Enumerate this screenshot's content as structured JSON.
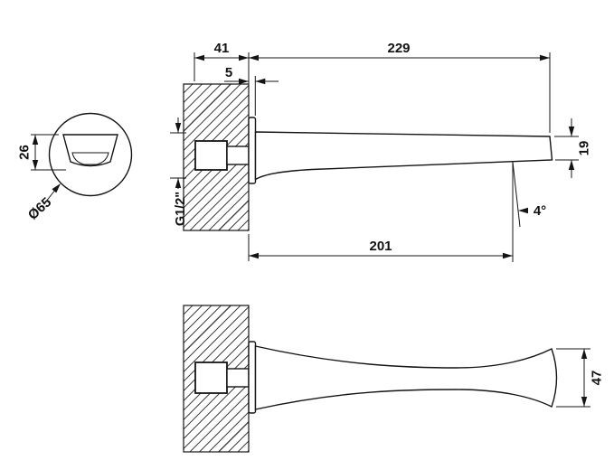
{
  "drawing": {
    "title": "wall-mounted spout technical drawing",
    "line_color": "#141414",
    "labels": {
      "dim_41": "41",
      "dim_229": "229",
      "dim_5": "5",
      "dim_26": "26",
      "dia_65": "Ø65",
      "thread": "G1/2\"",
      "dim_19": "19",
      "angle_4": "4°",
      "dim_201": "201",
      "dim_47": "47"
    }
  }
}
